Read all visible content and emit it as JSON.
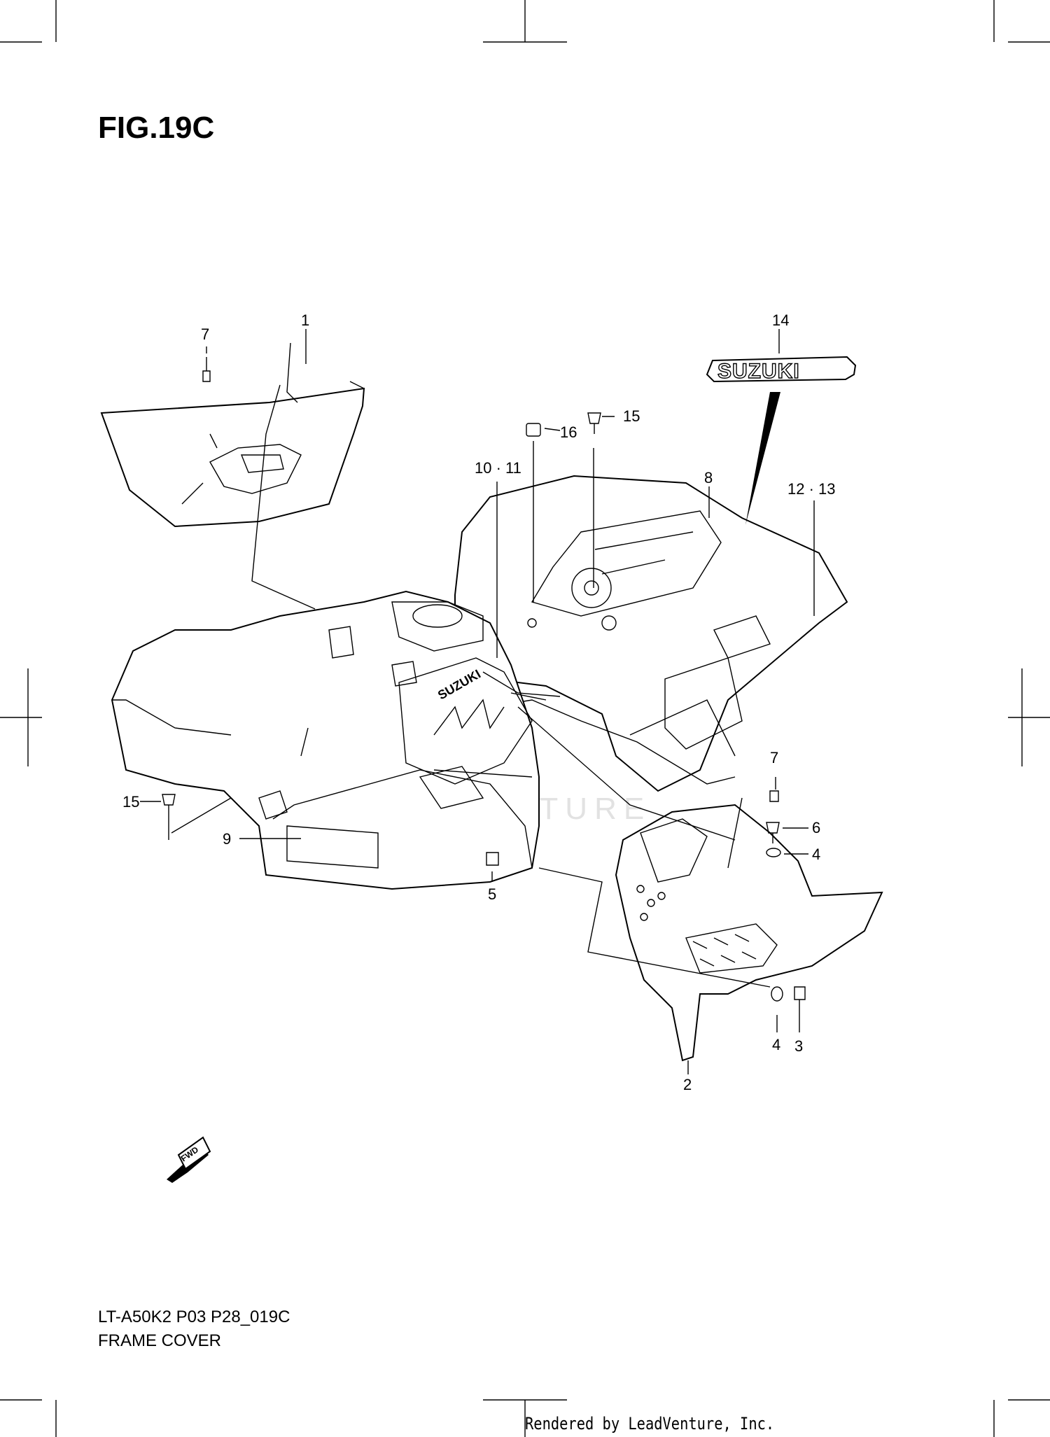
{
  "figure": {
    "title": "FIG.19C",
    "code": "LT-A50K2 P03 P28_019C",
    "name": "FRAME COVER"
  },
  "callouts": [
    "1",
    "7",
    "14",
    "15",
    "16",
    "10 · 11",
    "8",
    "12 · 13",
    "7",
    "6",
    "4",
    "15",
    "9",
    "5",
    "4",
    "3",
    "2"
  ],
  "decals": {
    "suzuki_emblem": "SUZUKI",
    "fwd_arrow": "FWD"
  },
  "watermark": "LEADVENTURE",
  "footer": {
    "rendered_by": "Rendered by LeadVenture, Inc."
  }
}
